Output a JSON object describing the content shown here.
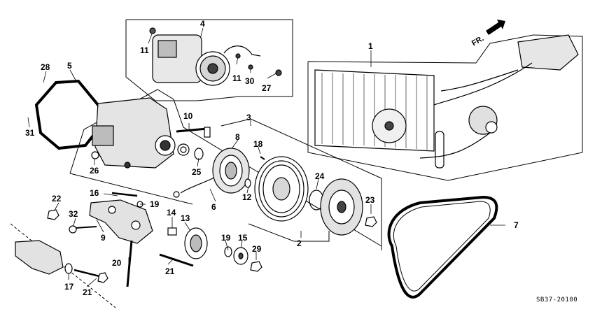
{
  "diagram": {
    "direction_label": "FR.",
    "drawing_code": "SB37-20100",
    "callouts": {
      "n1": "1",
      "n2": "2",
      "n3": "3",
      "n4": "4",
      "n5": "5",
      "n6": "6",
      "n7": "7",
      "n8": "8",
      "n9": "9",
      "n10": "10",
      "n11a": "11",
      "n11b": "11",
      "n12": "12",
      "n13": "13",
      "n14": "14",
      "n15": "15",
      "n16": "16",
      "n17": "17",
      "n18": "18",
      "n19a": "19",
      "n19b": "19",
      "n20": "20",
      "n21a": "21",
      "n21b": "21",
      "n22": "22",
      "n23": "23",
      "n24": "24",
      "n25": "25",
      "n26": "26",
      "n27": "27",
      "n28": "28",
      "n29": "29",
      "n30": "30",
      "n31": "31",
      "n32": "32"
    }
  }
}
